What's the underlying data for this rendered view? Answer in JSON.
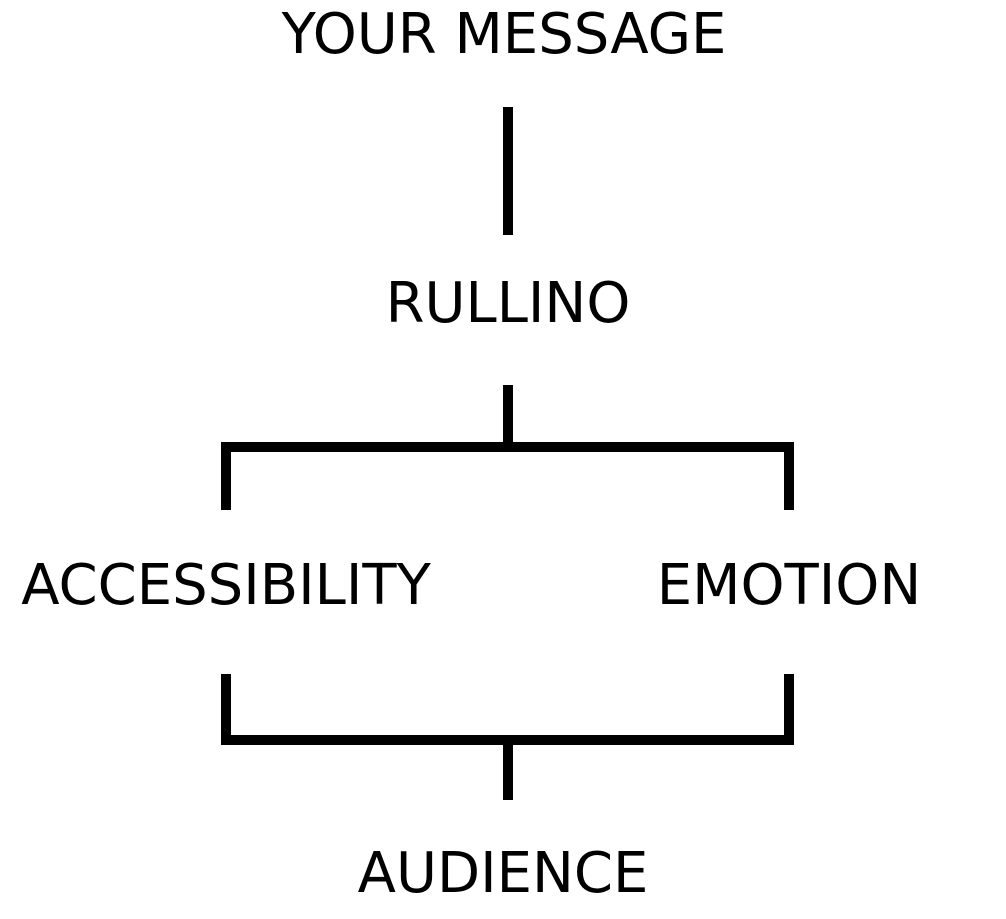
{
  "diagram": {
    "nodes": {
      "message": "YOUR MESSAGE",
      "rullino": "RULLINO",
      "accessibility": "ACCESSIBILITY",
      "emotion": "EMOTION",
      "audience": "AUDIENCE"
    },
    "edges": [
      {
        "from": "YOUR MESSAGE",
        "to": "RULLINO"
      },
      {
        "from": "RULLINO",
        "to": "ACCESSIBILITY"
      },
      {
        "from": "RULLINO",
        "to": "EMOTION"
      },
      {
        "from": "ACCESSIBILITY",
        "to": "AUDIENCE"
      },
      {
        "from": "EMOTION",
        "to": "AUDIENCE"
      }
    ],
    "line_color": "#000000",
    "text_color": "#000000",
    "background": "#ffffff"
  }
}
